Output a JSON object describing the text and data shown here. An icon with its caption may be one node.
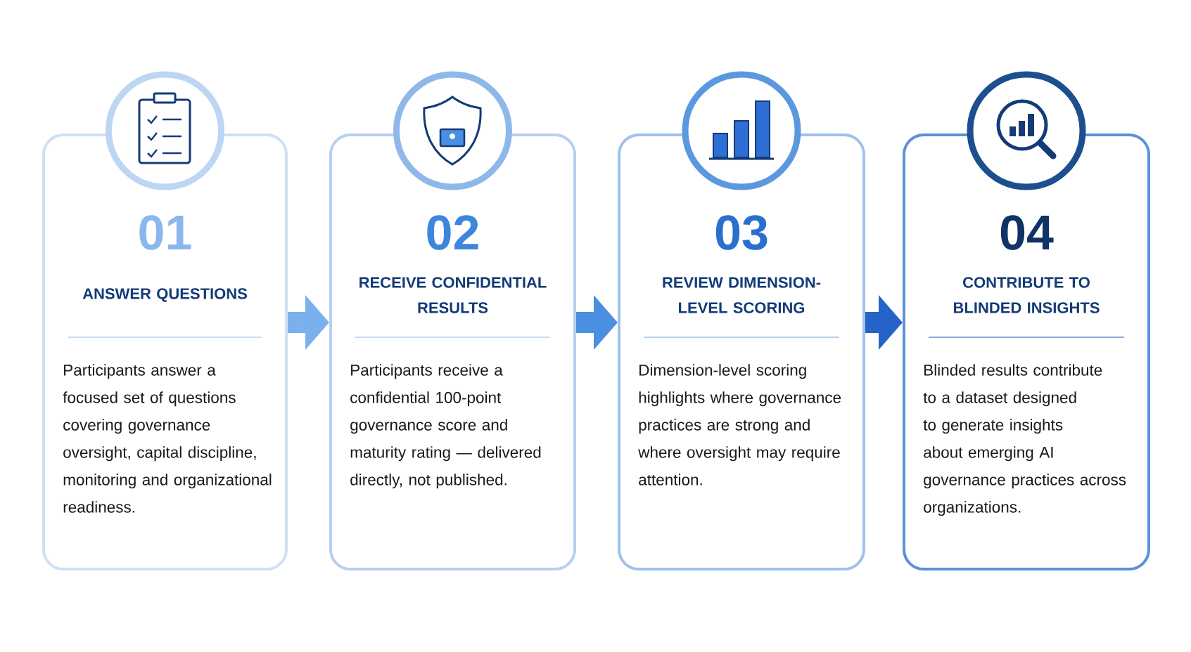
{
  "diagram": {
    "nodes": [
      {
        "text": [
          "01",
          "ANSWER QUESTIONS",
          "Participants answer a focused set of questions covering governance oversight, capital discipline, monitoring and organizational readiness."
        ]
      },
      {
        "text": [
          "02",
          "RECEIVE CONFIDENTIAL RESULTS",
          "Participants receive a confidential 100-point governance score and maturity rating — delivered directly, not published."
        ]
      },
      {
        "text": [
          "03",
          "REVIEW DIMENSION-LEVEL SCORING",
          "Dimension-level scoring highlights where governance practices are strong and where oversight may require attention."
        ]
      },
      {
        "text": [
          "04",
          "CONTRIBUTE TO BLINDED INSIGHTS",
          "Blinded results contribute to a dataset designed to generate insights about emerging AI governance practices across organizations."
        ]
      }
    ],
    "edges": [
      {
        "from": 0,
        "to": 1,
        "arrow": "to",
        "color": "#7ab0ec"
      },
      {
        "from": 1,
        "to": 2,
        "arrow": "to",
        "color": "#4a8fe0"
      },
      {
        "from": 2,
        "to": 3,
        "arrow": "to",
        "color": "#2563c8"
      }
    ]
  }
}
